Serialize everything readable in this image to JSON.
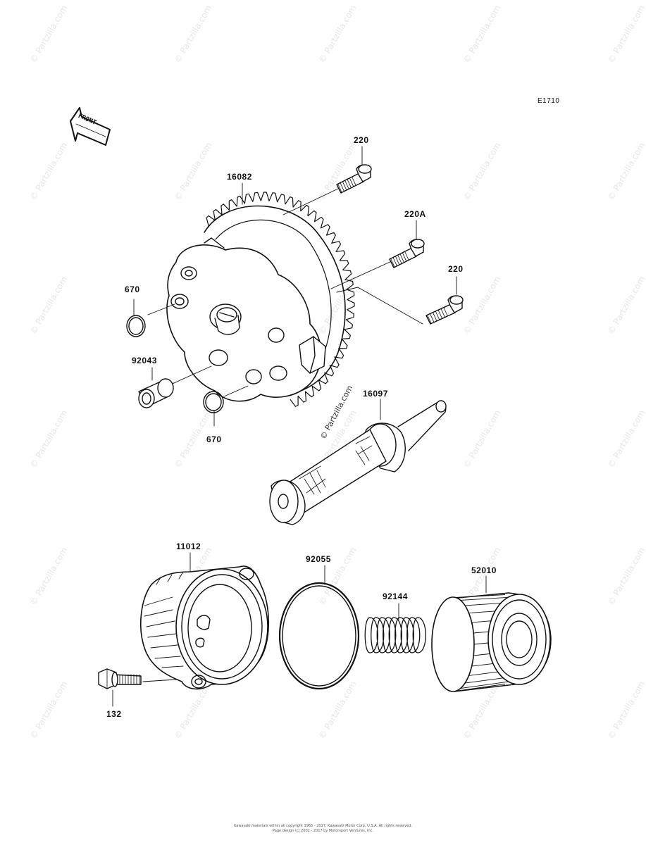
{
  "diagram_code": "E1710",
  "front_arrow_label": "FRONT",
  "watermark": "© Partzilla.com",
  "center_watermark": "© Partzilla.com",
  "parts": {
    "p16082": "16082",
    "p220_top": "220",
    "p220A": "220A",
    "p220_right": "220",
    "p670_top": "670",
    "p92043": "92043",
    "p670_bottom": "670",
    "p16097": "16097",
    "p11012": "11012",
    "p92055": "92055",
    "p92144": "92144",
    "p52010": "52010",
    "p132": "132"
  },
  "footer": {
    "line1": "Kawasaki materials within all copyright 1965 - 2017, Kawasaki Motor Corp, U.S.A. All rights reserved.",
    "line2": "Page design (c) 2002 - 2017 by Motorsport Ventures, Inc."
  }
}
